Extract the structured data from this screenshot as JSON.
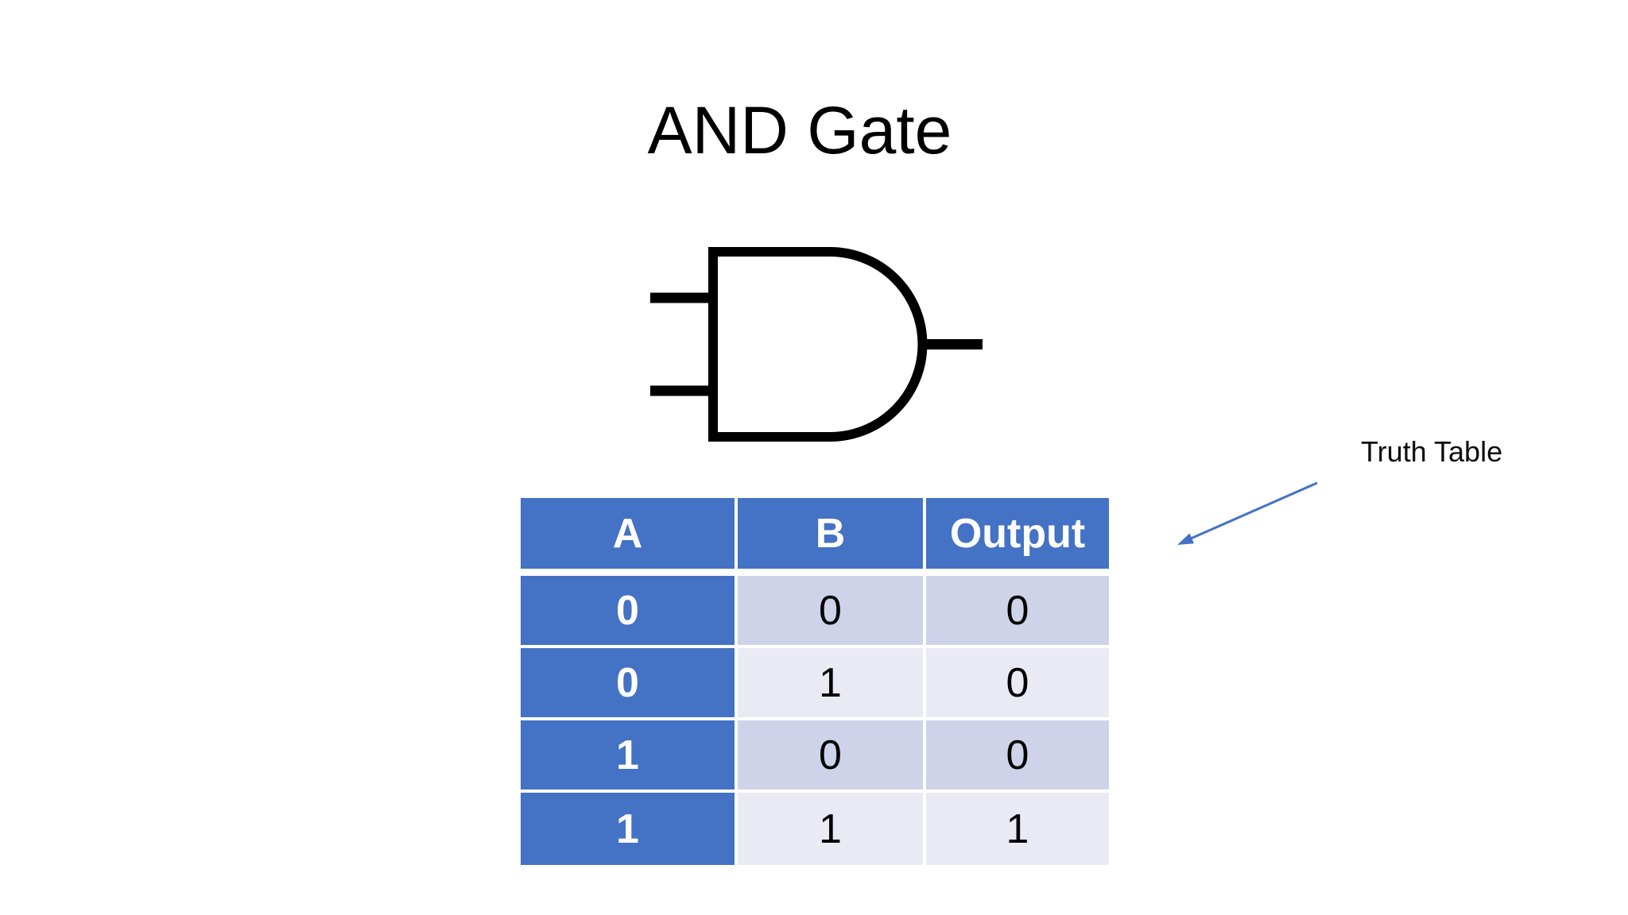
{
  "slide": {
    "title": "AND Gate"
  },
  "gate_diagram": {
    "type": "AND",
    "icon": "and-gate-symbol",
    "stroke_color": "#000000",
    "input_count": 2,
    "output_count": 1
  },
  "annotation": {
    "label": "Truth Table",
    "arrow_icon": "arrow-pointing-to-table",
    "arrow_color": "#4472C4"
  },
  "truth_table": {
    "headers": [
      "A",
      "B",
      "Output"
    ],
    "rows": [
      [
        "0",
        "0",
        "0"
      ],
      [
        "0",
        "1",
        "0"
      ],
      [
        "1",
        "0",
        "0"
      ],
      [
        "1",
        "1",
        "1"
      ]
    ],
    "colors": {
      "header_bg": "#4472C4",
      "header_text": "#FFFFFF",
      "first_column_bg": "#4472C4",
      "first_column_text": "#FFFFFF",
      "band_dark": "#CFD3E9",
      "band_light": "#E9EAF4",
      "cell_text": "#000000",
      "divider": "#FFFFFF"
    }
  }
}
